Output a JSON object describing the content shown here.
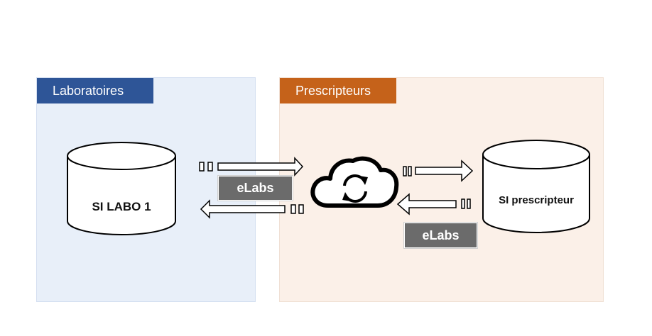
{
  "zones": {
    "laboratories": {
      "title": "Laboratoires",
      "color": "#2e5597"
    },
    "prescribers": {
      "title": "Prescripteurs",
      "color": "#c5621a"
    }
  },
  "systems": {
    "lab": {
      "label": "SI LABO 1"
    },
    "prescriber": {
      "label": "SI prescripteur"
    }
  },
  "badges": {
    "left": "eLabs",
    "right": "eLabs"
  },
  "icons": {
    "cloud": "cloud-sync-icon",
    "arrow": "hollow-arrow-icon"
  }
}
